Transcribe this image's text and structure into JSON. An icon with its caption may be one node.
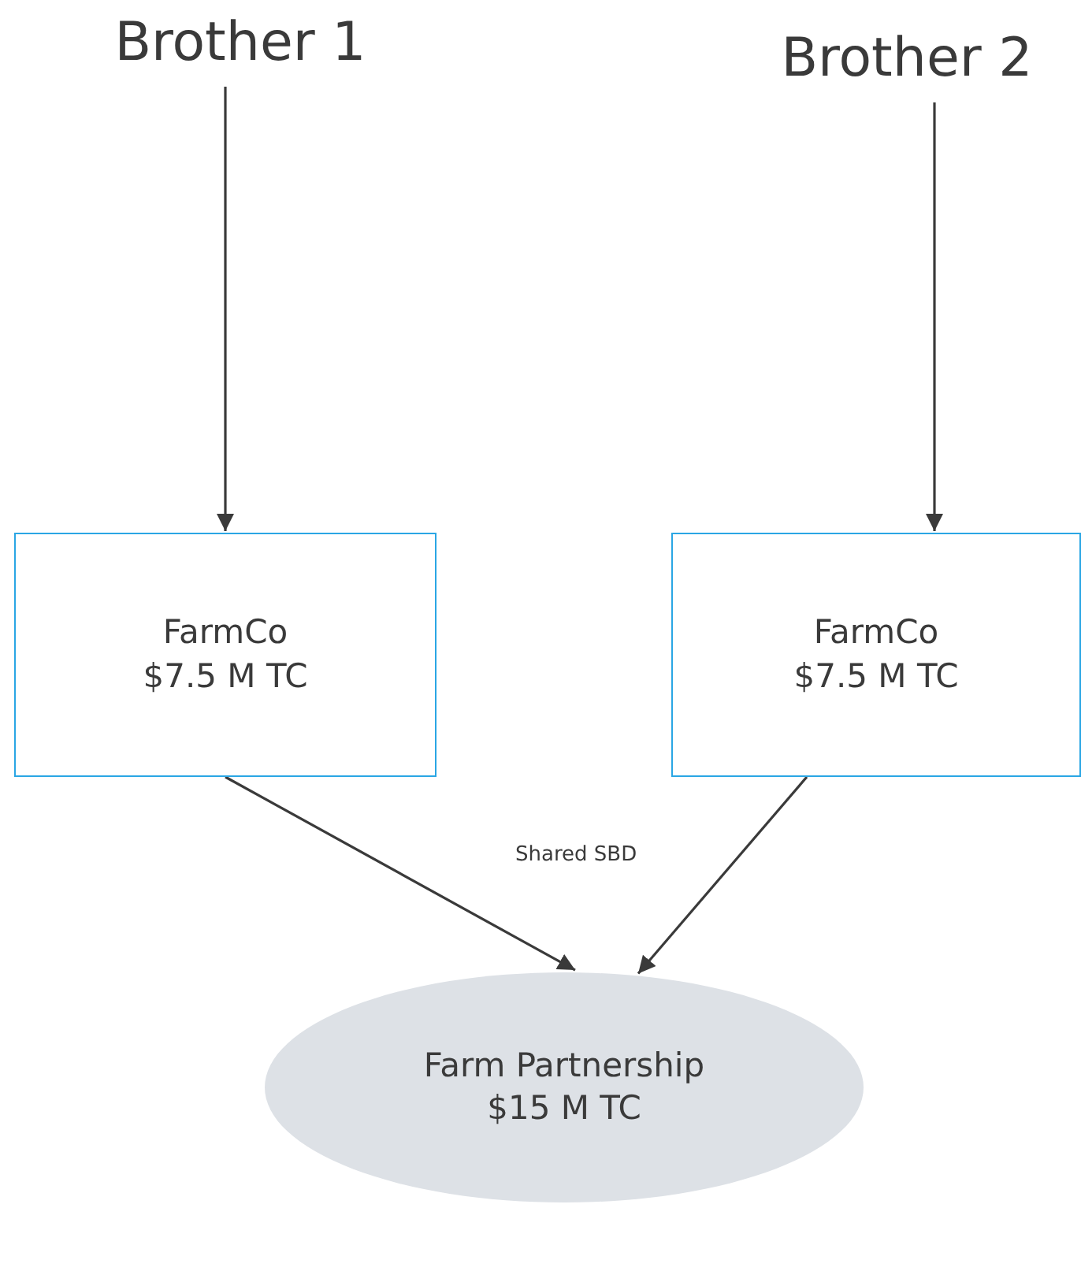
{
  "diagram": {
    "nodes": [
      {
        "text": [
          "Brother 1"
        ]
      },
      {
        "text": [
          "Brother 2"
        ]
      },
      {
        "text": [
          "FarmCo $7.5 M TC"
        ]
      },
      {
        "text": [
          "FarmCo $7.5 M TC"
        ]
      },
      {
        "text": [
          "Farm Partnership $15 M TC"
        ]
      }
    ],
    "edges": [
      {
        "from": 0,
        "to": 2,
        "arrow": "to"
      },
      {
        "from": 1,
        "to": 3,
        "arrow": "to"
      },
      {
        "from": 2,
        "to": 4,
        "arrow": "to"
      },
      {
        "from": 3,
        "to": 4,
        "arrow": "to"
      }
    ],
    "labels": [
      "Shared SBD"
    ]
  }
}
